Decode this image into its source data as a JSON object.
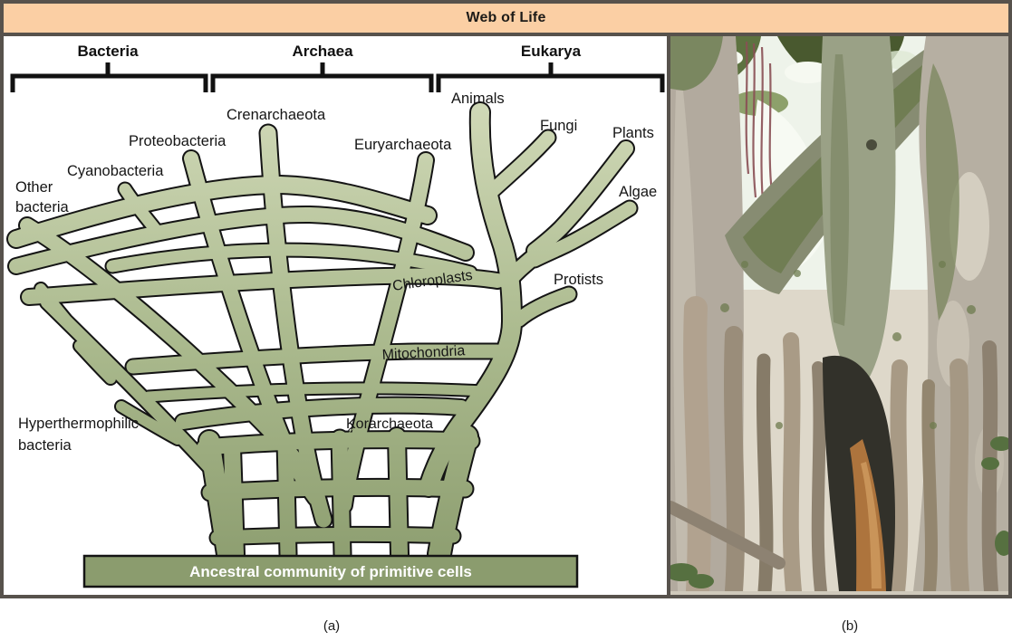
{
  "header": {
    "title": "Web of Life"
  },
  "diagram": {
    "domains": {
      "bacteria": "Bacteria",
      "archaea": "Archaea",
      "eukarya": "Eukarya"
    },
    "labels": {
      "other_line1": "Other",
      "other_line2": "bacteria",
      "cyanobacteria": "Cyanobacteria",
      "proteobacteria": "Proteobacteria",
      "crenarchaeota": "Crenarchaeota",
      "euryarchaeota": "Euryarchaeota",
      "animals": "Animals",
      "fungi": "Fungi",
      "plants": "Plants",
      "algae": "Algae",
      "protists": "Protists",
      "chloroplasts": "Chloroplasts",
      "mitochondria": "Mitochondria",
      "korarchaeota": "Korarchaeota",
      "hyper_line1": "Hyperthermophilic",
      "hyper_line2": "bacteria"
    },
    "footer_bar": "Ancestral community of primitive cells",
    "colors": {
      "header_bg": "#fbcfa4",
      "frame": "#57524c",
      "branch_light": "#cfd8b6",
      "branch_mid": "#aab98d",
      "branch_dark": "#8b9c6e",
      "outline": "#141414",
      "bar_fill": "#8b9c6e",
      "bar_text": "#ffffff"
    },
    "photo_subject": "fig-tree-trunks-and-aerial-roots"
  },
  "captions": {
    "a": "(a)",
    "b": "(b)"
  }
}
